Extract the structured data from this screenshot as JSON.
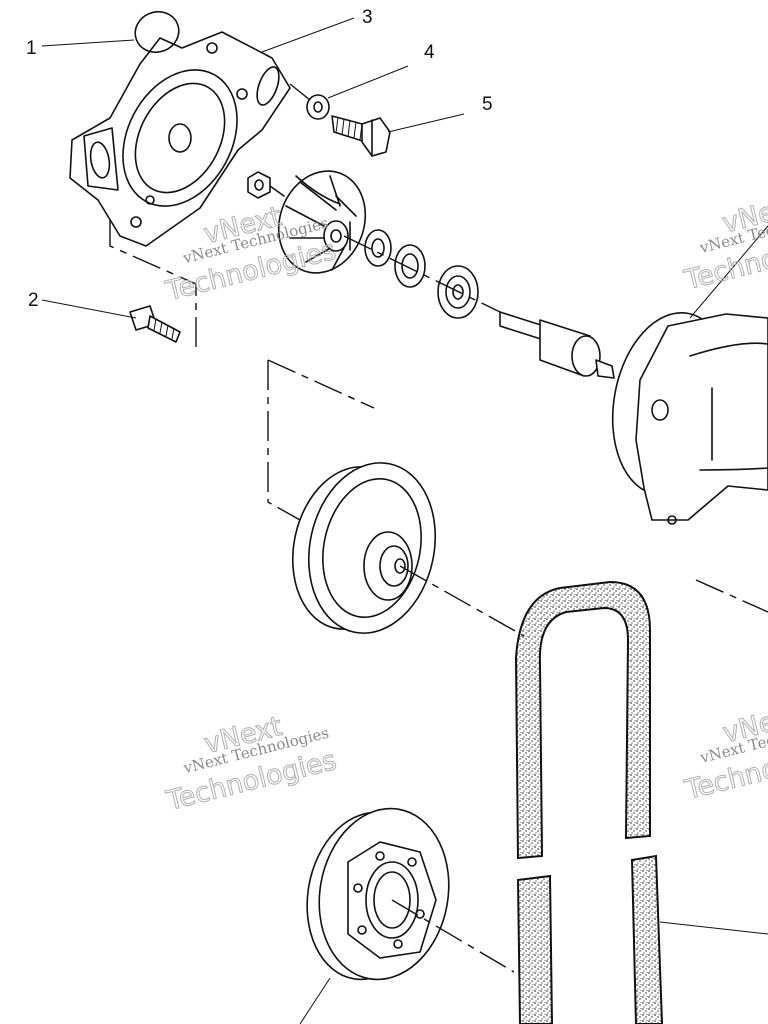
{
  "callouts": [
    "1",
    "2",
    "3",
    "4",
    "5"
  ],
  "watermarks": [
    {
      "line1": "vNext Technologies",
      "line2": "Technologies"
    },
    {
      "line1": "vNext Technologies",
      "line2": "Technologies"
    },
    {
      "line1": "vNext Technologies",
      "line2": "Technologies"
    },
    {
      "line1": "vNext Technologies",
      "line2": "Technologies"
    }
  ],
  "watermark_small_prefix": "vNext"
}
